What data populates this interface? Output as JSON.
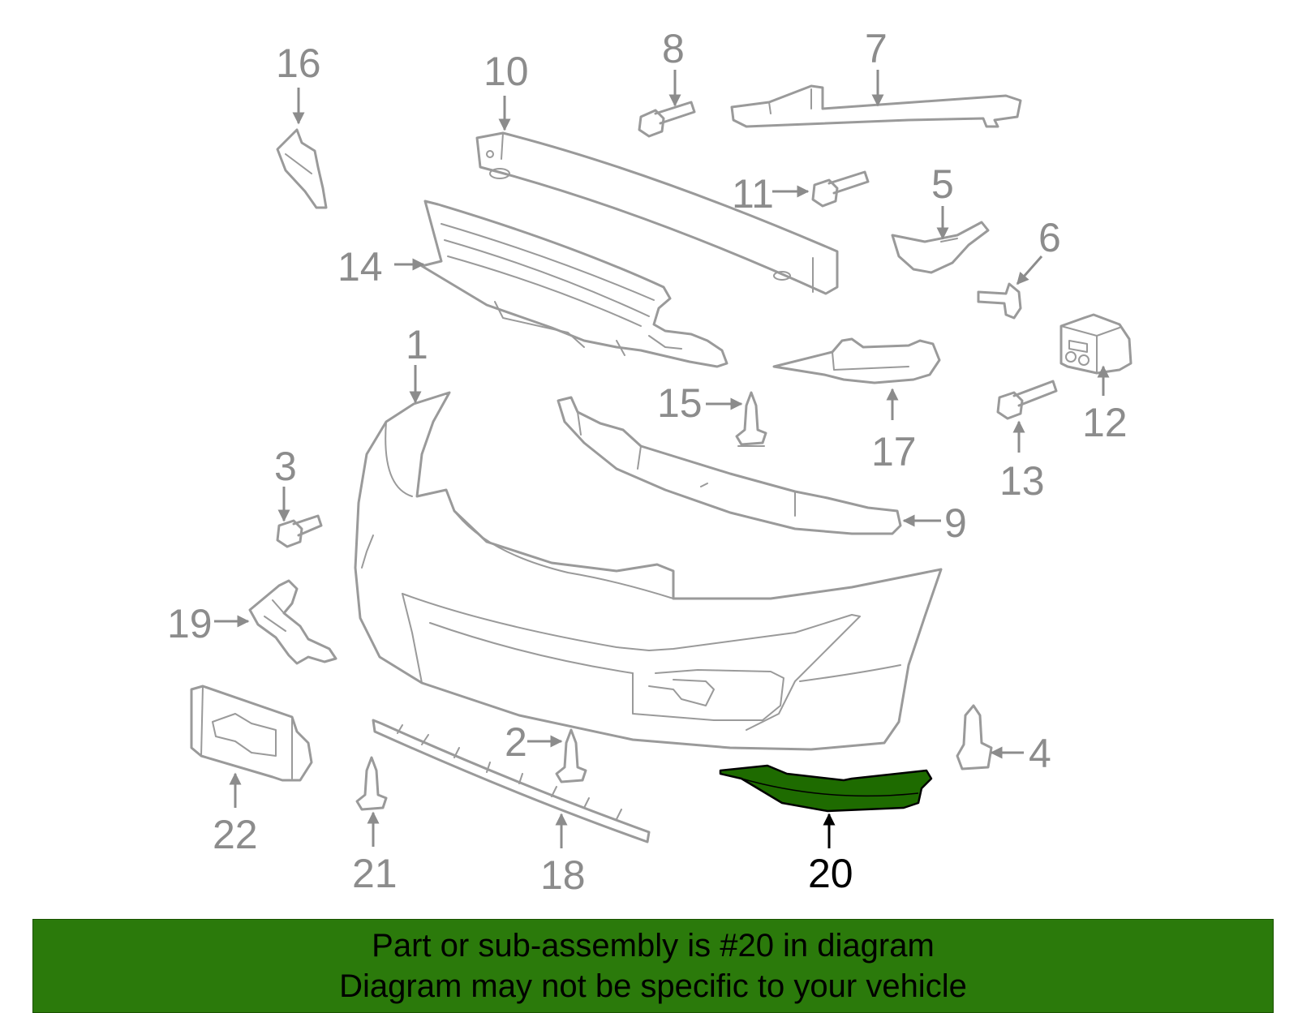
{
  "diagram": {
    "highlight_color": "#1e6b00",
    "part_color": "#9a9a9a",
    "callouts": {
      "c1": "1",
      "c2": "2",
      "c3": "3",
      "c4": "4",
      "c5": "5",
      "c6": "6",
      "c7": "7",
      "c8": "8",
      "c9": "9",
      "c10": "10",
      "c11": "11",
      "c12": "12",
      "c13": "13",
      "c14": "14",
      "c15": "15",
      "c16": "16",
      "c17": "17",
      "c18": "18",
      "c19": "19",
      "c20": "20",
      "c21": "21",
      "c22": "22"
    }
  },
  "banner": {
    "color": "#2b7a0b",
    "line1": "Part or sub-assembly is #20 in diagram",
    "line2": "Diagram may not be specific to your vehicle"
  }
}
